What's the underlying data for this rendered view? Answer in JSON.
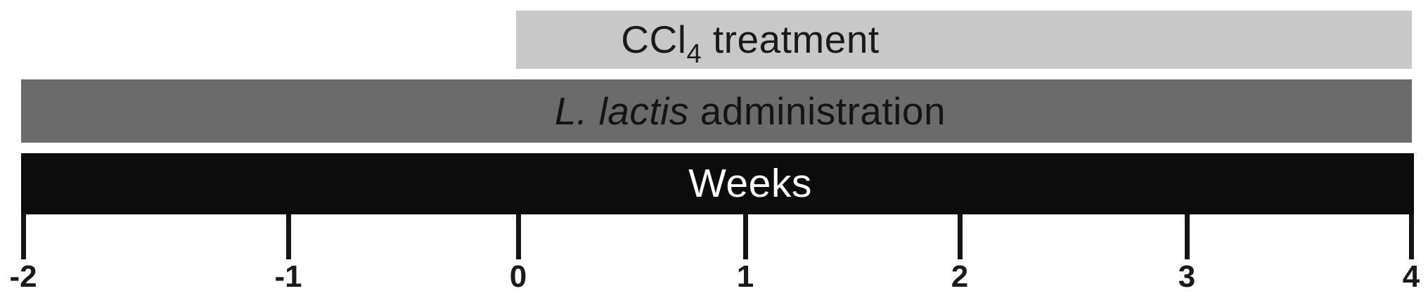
{
  "figure": {
    "description_labels": {
      "ccl4_prefix": "CCl",
      "ccl4_sub": "4",
      "ccl4_suffix": " treatment",
      "lactis_italic": "L. lactis",
      "lactis_rest": " administration",
      "weeks_label": "Weeks"
    },
    "colors": {
      "ccl4_bar": "#c8c8c8",
      "lactis_bar": "#6b6b6b",
      "weeks_bar": "#0c0c0c",
      "ccl4_text": "#1a1a1a",
      "lactis_text": "#141414",
      "weeks_text": "#ffffff",
      "tick": "#141414",
      "background": "#ffffff"
    }
  },
  "axis": {
    "unit": "Weeks",
    "ticks": [
      "-2",
      "-1",
      "0",
      "1",
      "2",
      "3",
      "4"
    ],
    "tick_values": [
      -2,
      -1,
      0,
      1,
      2,
      3,
      4
    ],
    "range": [
      -2,
      4
    ]
  },
  "chart_data": {
    "type": "bar",
    "subtype": "horizontal-timeline-gantt",
    "x_axis_label": "Weeks",
    "x_ticks": [
      -2,
      -1,
      0,
      1,
      2,
      3,
      4
    ],
    "xlim": [
      -2,
      4
    ],
    "series": [
      {
        "name": "CCl4 treatment",
        "start_week": 0,
        "end_week": 4,
        "color": "#c8c8c8"
      },
      {
        "name": "L. lactis administration",
        "start_week": -2,
        "end_week": 4,
        "color": "#6b6b6b"
      },
      {
        "name": "Weeks (timeline axis)",
        "start_week": -2,
        "end_week": 4,
        "color": "#0c0c0c"
      }
    ],
    "grid": false,
    "legend": false
  }
}
